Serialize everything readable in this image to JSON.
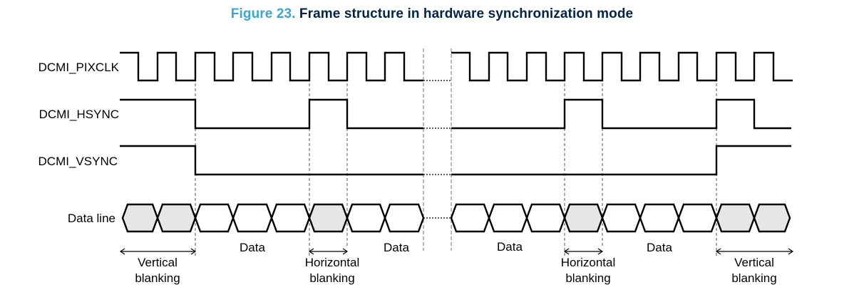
{
  "figure": {
    "number_label": "Figure 23.",
    "title": "Frame structure in hardware synchronization mode",
    "colors": {
      "figure_number": "#3ca5d8",
      "title": "#03234b",
      "blanking_fill": "#e6e6e6",
      "data_fill": "#ffffff",
      "line": "#000000",
      "guide": "#888888"
    }
  },
  "signals": [
    {
      "id": "pixclk",
      "label": "DCMI_PIXCLK"
    },
    {
      "id": "hsync",
      "label": "DCMI_HSYNC"
    },
    {
      "id": "vsync",
      "label": "DCMI_VSYNC"
    },
    {
      "id": "data",
      "label": "Data line"
    }
  ],
  "data_line": {
    "left_segment": [
      "blanking",
      "blanking",
      "data",
      "data",
      "data",
      "blanking",
      "data",
      "data"
    ],
    "right_segment": [
      "data",
      "data",
      "data",
      "blanking",
      "data",
      "data",
      "data",
      "blanking",
      "blanking"
    ]
  },
  "hsync_states": {
    "left_segment": [
      "high",
      "low",
      "high",
      "low"
    ],
    "right_segment": [
      "low",
      "high",
      "low",
      "high",
      "low"
    ]
  },
  "vsync_states": {
    "left_segment": [
      "high",
      "low"
    ],
    "right_segment": [
      "low",
      "high"
    ]
  },
  "annotations": [
    {
      "id": "vblank-left",
      "type": "arrow",
      "lines": [
        "Vertical",
        "blanking"
      ]
    },
    {
      "id": "data-1",
      "type": "text",
      "lines": [
        "Data"
      ]
    },
    {
      "id": "hblank-left",
      "type": "arrow",
      "lines": [
        "Horizontal",
        "blanking"
      ]
    },
    {
      "id": "data-2",
      "type": "text",
      "lines": [
        "Data"
      ]
    },
    {
      "id": "data-3",
      "type": "text",
      "lines": [
        "Data"
      ]
    },
    {
      "id": "hblank-right",
      "type": "arrow",
      "lines": [
        "Horizontal",
        "blanking"
      ]
    },
    {
      "id": "data-4",
      "type": "text",
      "lines": [
        "Data"
      ]
    },
    {
      "id": "vblank-right",
      "type": "arrow",
      "lines": [
        "Vertical",
        "blanking"
      ]
    }
  ]
}
